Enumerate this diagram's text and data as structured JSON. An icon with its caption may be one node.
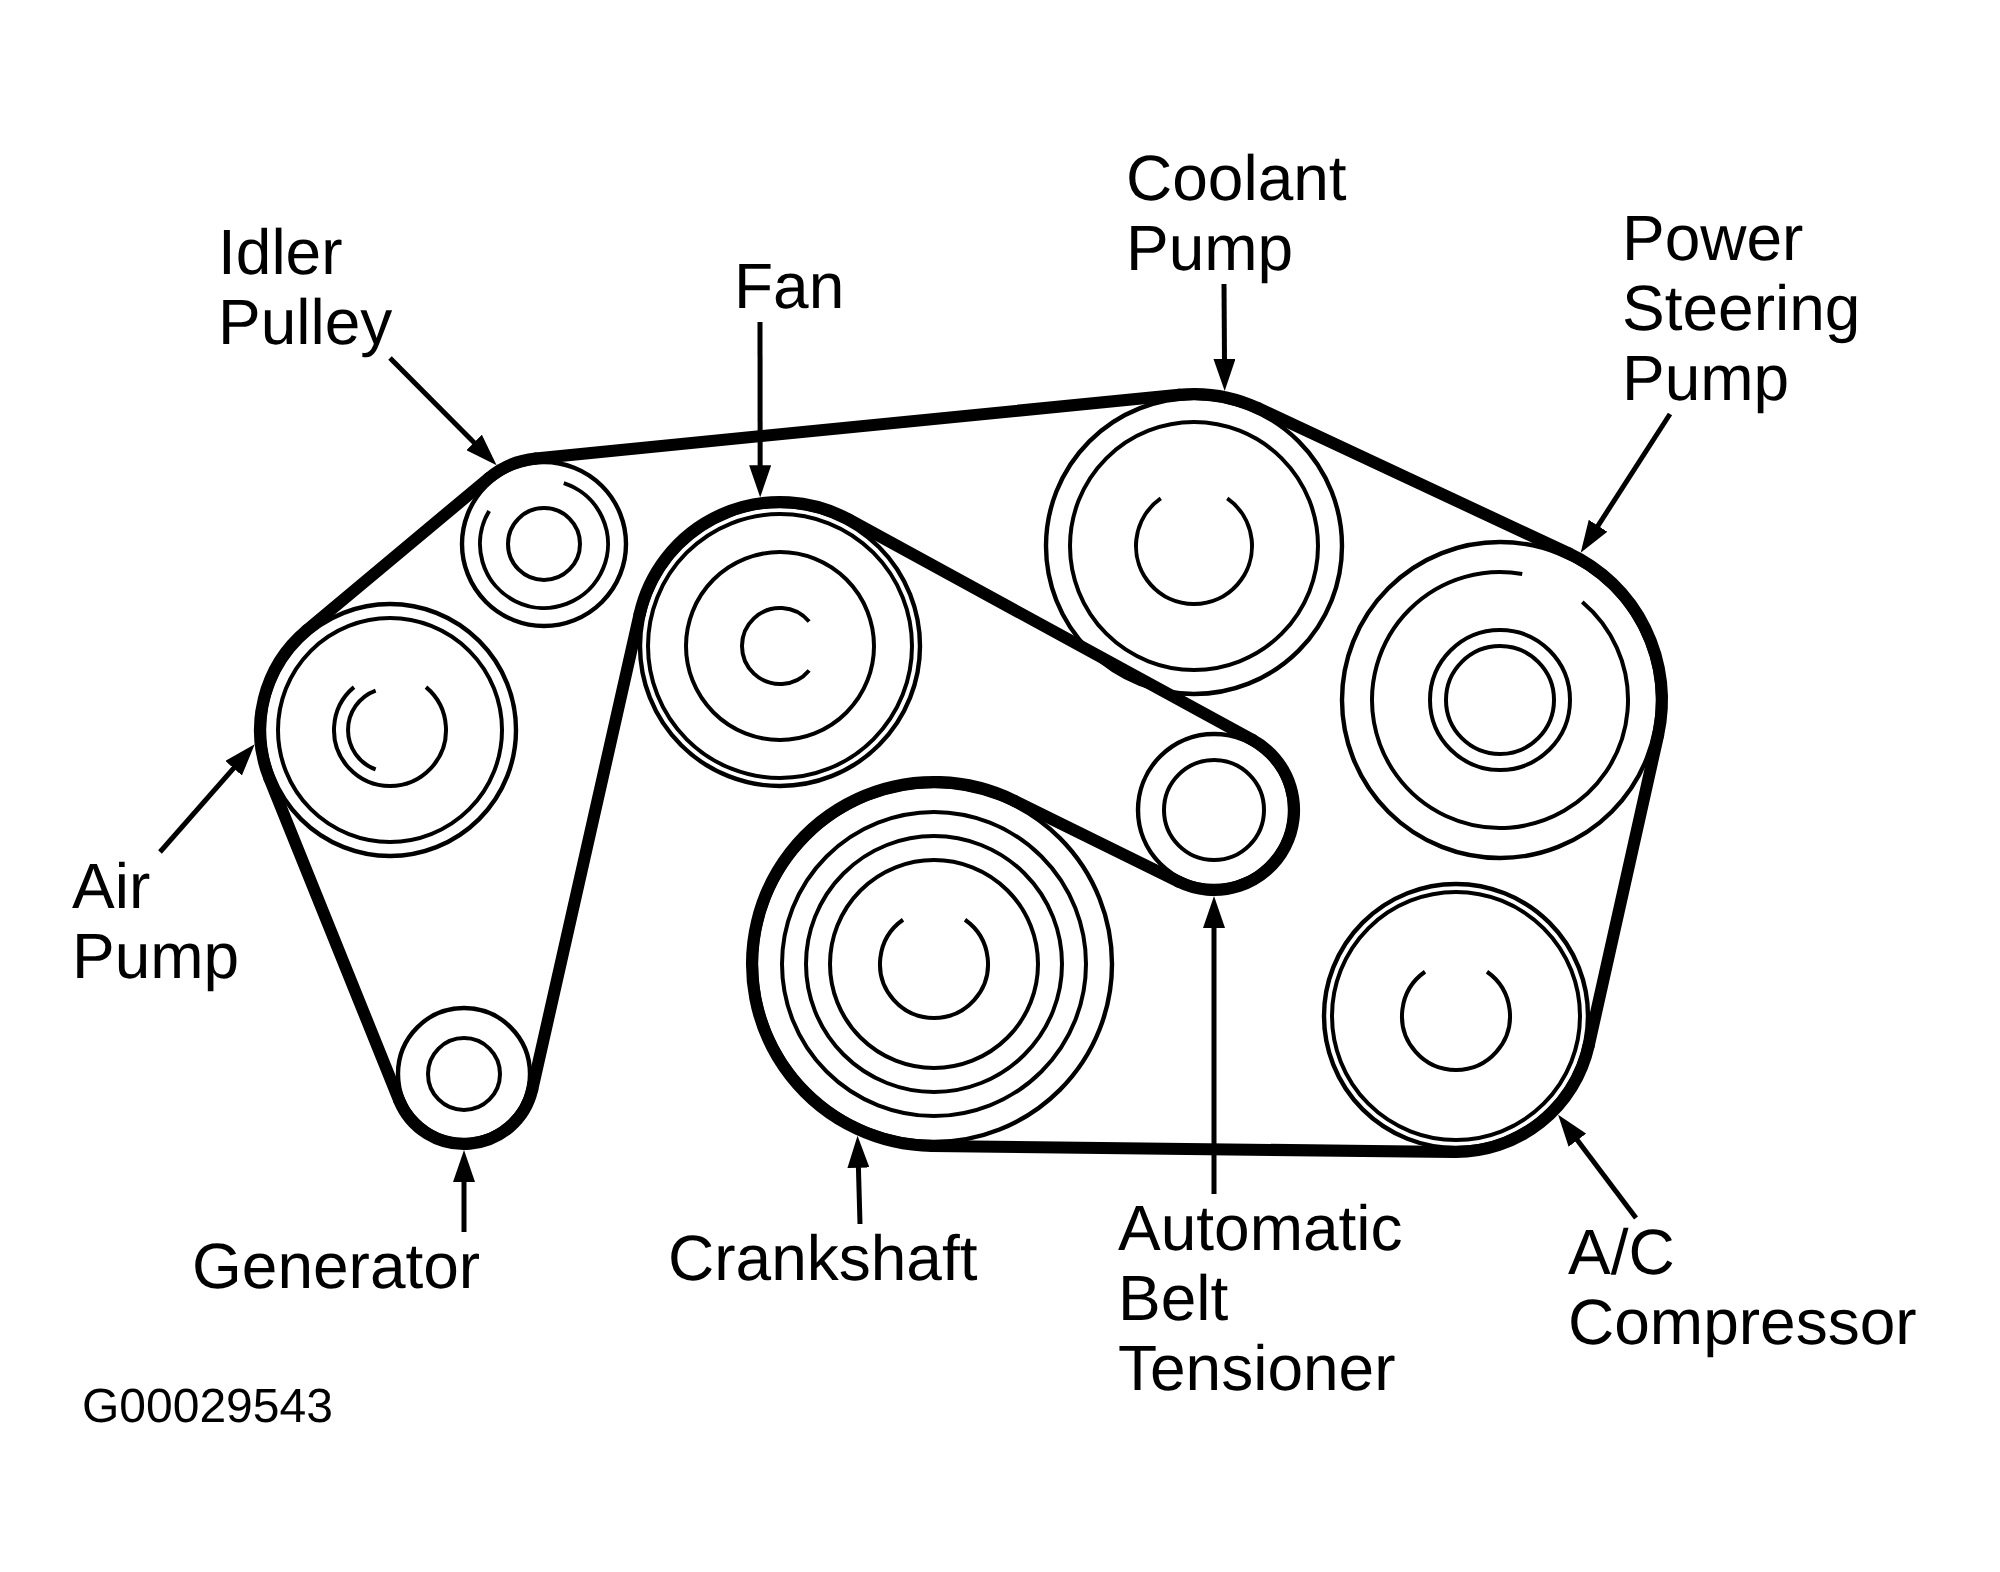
{
  "diagram": {
    "nodes": [
      {
        "text": [
          "Idler Pulley"
        ]
      },
      {
        "text": [
          "Fan"
        ]
      },
      {
        "text": [
          "Coolant Pump"
        ]
      },
      {
        "text": [
          "Power Steering Pump"
        ]
      },
      {
        "text": [
          "Air Pump"
        ]
      },
      {
        "text": [
          "Generator"
        ]
      },
      {
        "text": [
          "Crankshaft"
        ]
      },
      {
        "text": [
          "Automatic Belt Tensioner"
        ]
      },
      {
        "text": [
          "A/C Compressor"
        ]
      },
      {
        "text": [],
        "shape": "circle"
      },
      {
        "text": [],
        "shape": "circle"
      },
      {
        "text": [],
        "shape": "circle"
      },
      {
        "text": [],
        "shape": "circle"
      },
      {
        "text": [],
        "shape": "circle"
      },
      {
        "text": [],
        "shape": "circle"
      },
      {
        "text": [],
        "shape": "circle"
      },
      {
        "text": [],
        "shape": "circle"
      },
      {
        "text": [],
        "shape": "circle"
      }
    ],
    "edges": [
      {
        "from": 0,
        "to": 9,
        "arrow": "to"
      },
      {
        "from": 1,
        "to": 10,
        "arrow": "to"
      },
      {
        "from": 2,
        "to": 11,
        "arrow": "to"
      },
      {
        "from": 3,
        "to": 12,
        "arrow": "to"
      },
      {
        "from": 4,
        "to": 13,
        "arrow": "to"
      },
      {
        "from": 5,
        "to": 14,
        "arrow": "to"
      },
      {
        "from": 6,
        "to": 15,
        "arrow": "to"
      },
      {
        "from": 7,
        "to": 16,
        "arrow": "to"
      },
      {
        "from": 8,
        "to": 17,
        "arrow": "to"
      },
      {
        "from": 9,
        "to": 11,
        "arrow": "none",
        "style": "thick"
      },
      {
        "from": 11,
        "to": 12,
        "arrow": "none",
        "style": "thick"
      },
      {
        "from": 12,
        "to": 17,
        "arrow": "none",
        "style": "thick"
      },
      {
        "from": 17,
        "to": 15,
        "arrow": "none",
        "style": "thick"
      },
      {
        "from": 15,
        "to": 16,
        "arrow": "none",
        "style": "thick"
      },
      {
        "from": 16,
        "to": 10,
        "arrow": "none",
        "style": "thick"
      },
      {
        "from": 10,
        "to": 14,
        "arrow": "none",
        "style": "thick"
      },
      {
        "from": 14,
        "to": 13,
        "arrow": "none",
        "style": "thick"
      },
      {
        "from": 13,
        "to": 9,
        "arrow": "none",
        "style": "thick"
      }
    ],
    "labels": [
      "G00029543"
    ]
  }
}
